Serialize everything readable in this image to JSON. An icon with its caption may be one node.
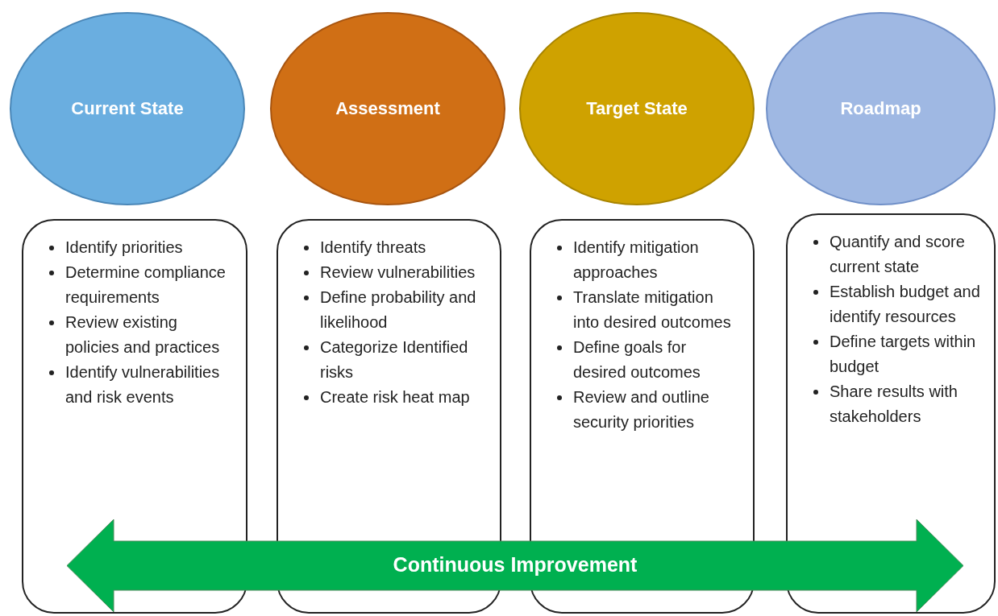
{
  "diagram": {
    "nodes": [
      {
        "text": [
          "Current State"
        ]
      },
      {
        "text": [
          "Assessment"
        ]
      },
      {
        "text": [
          "Target State"
        ]
      },
      {
        "text": [
          "Roadmap"
        ]
      },
      {
        "text": [
          "Identify priorities",
          "Determine compliance requirements",
          "Review existing policies and practices",
          "Identify vulnerabilities and risk events"
        ]
      },
      {
        "text": [
          "Identify threats",
          "Review vulnerabilities",
          "Define probability and likelihood",
          "Categorize Identified risks",
          "Create risk heat map"
        ]
      },
      {
        "text": [
          "Identify mitigation approaches",
          "Translate mitigation into desired outcomes",
          "Define goals for desired outcomes",
          "Review and outline security priorities"
        ]
      },
      {
        "text": [
          "Quantify and score current state",
          "Establish budget and identify resources",
          "Define targets within budget",
          "Share results with stakeholders"
        ]
      },
      {
        "text": [
          "Continuous Improvement"
        ]
      }
    ]
  }
}
